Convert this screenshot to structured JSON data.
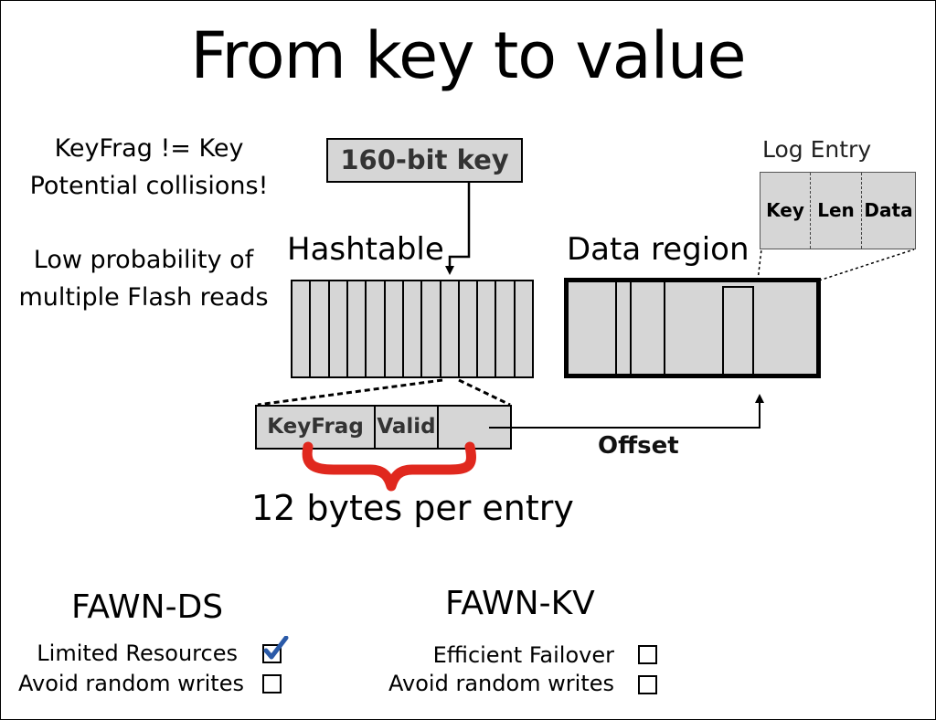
{
  "slide": {
    "title": "From key to value",
    "notes": {
      "collision_line1": "KeyFrag != Key",
      "collision_line2": "Potential collisions!",
      "probability_line1": "Low probability of",
      "probability_line2": "multiple Flash reads"
    },
    "key_box": "160-bit key",
    "hashtable_label": "Hashtable",
    "hashtable_slots": 13,
    "data_region_label": "Data region",
    "log_entry": {
      "title": "Log Entry",
      "fields": [
        "Key",
        "Len",
        "Data"
      ]
    },
    "entry_fields": [
      "KeyFrag",
      "Valid",
      ""
    ],
    "offset_label": "Offset",
    "entry_size_label": "12 bytes per entry",
    "fawn_ds": {
      "title": "FAWN-DS",
      "items": [
        {
          "label": "Limited Resources",
          "checked": true
        },
        {
          "label": "Avoid random writes",
          "checked": false
        }
      ]
    },
    "fawn_kv": {
      "title": "FAWN-KV",
      "items": [
        {
          "label": "Efficient Failover",
          "checked": false
        },
        {
          "label": "Avoid random writes",
          "checked": false
        }
      ]
    },
    "colors": {
      "box_fill": "#d6d6d6",
      "brace": "#e0281e",
      "check": "#2a5aa8"
    }
  }
}
